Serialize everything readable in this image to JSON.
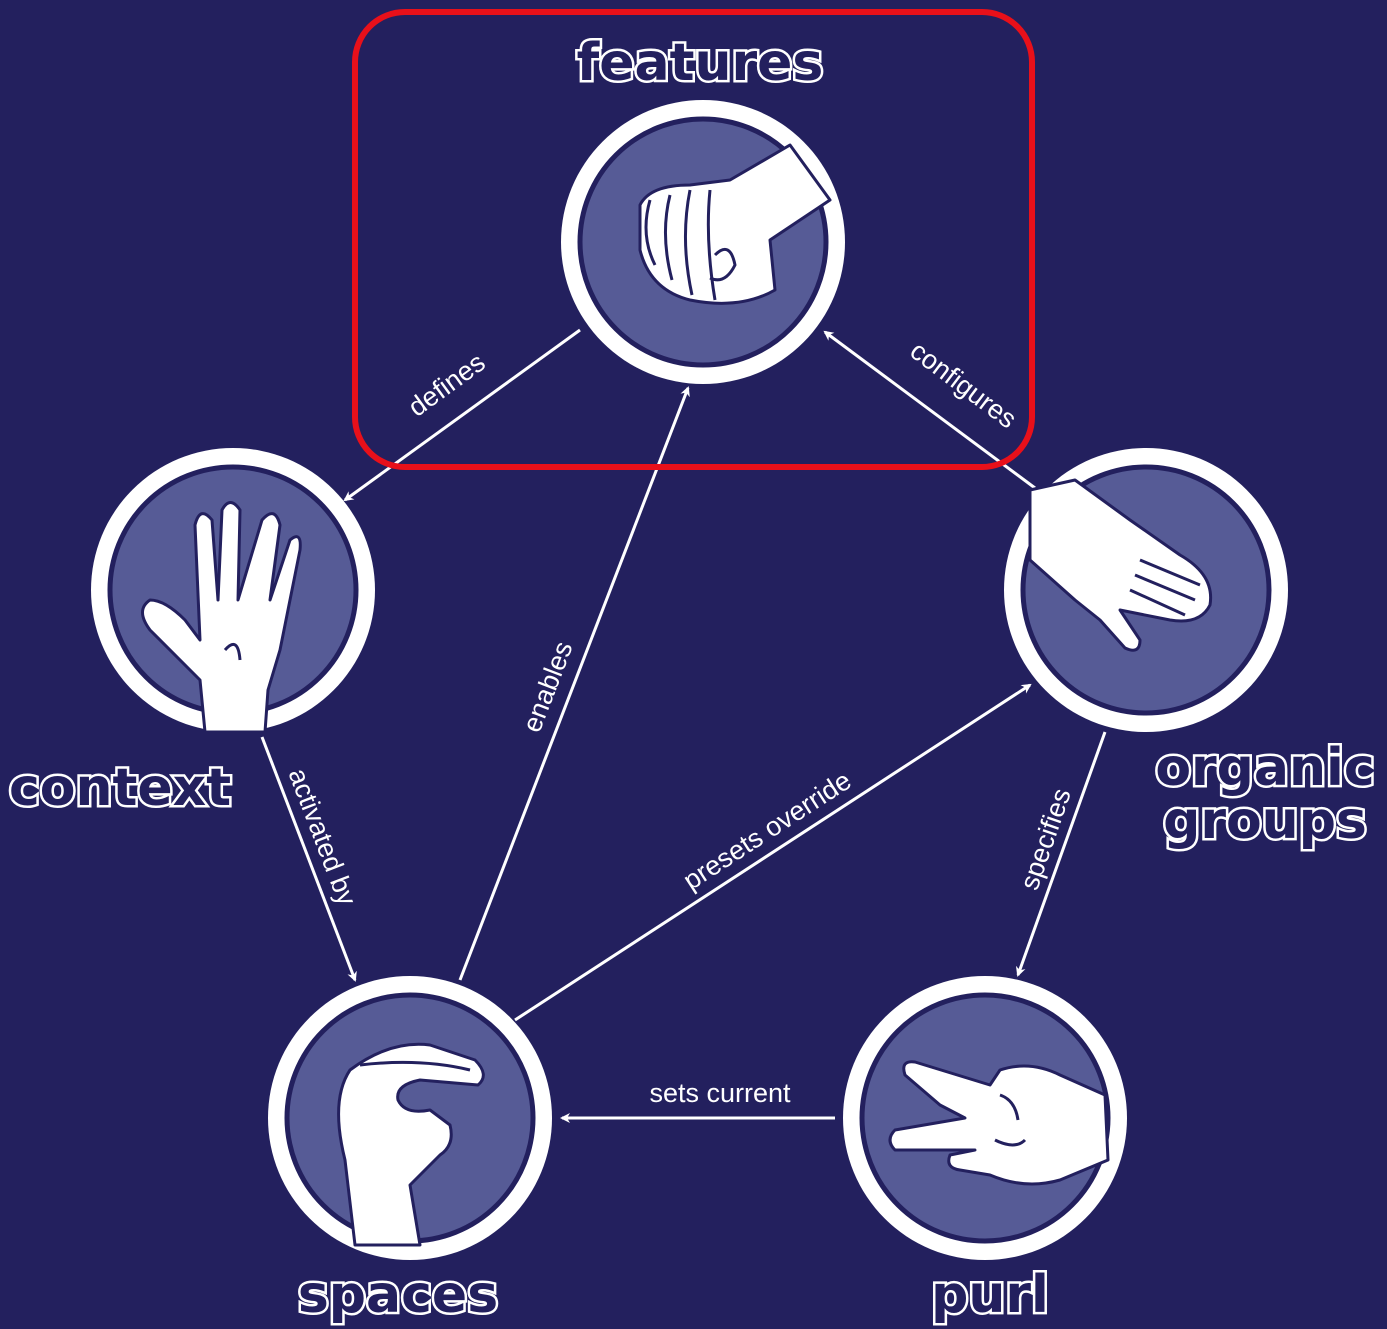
{
  "colors": {
    "background": "#23205e",
    "circle_fill": "#565b96",
    "circle_ring": "#ffffff",
    "arrow": "#ffffff",
    "highlight": "#e8101a"
  },
  "nodes": {
    "features": {
      "title": "features",
      "icon": "fist-hand-icon"
    },
    "context": {
      "title": "context",
      "icon": "vulcan-salute-hand-icon"
    },
    "organic_groups": {
      "title_line1": "organic",
      "title_line2": "groups",
      "icon": "flat-paper-hand-icon"
    },
    "spaces": {
      "title": "spaces",
      "icon": "pinch-hand-icon"
    },
    "purl": {
      "title": "purl",
      "icon": "scissors-hand-icon"
    }
  },
  "edges": {
    "defines": "defines",
    "configures": "configures",
    "enables": "enables",
    "activated_by": "activated by",
    "presets_override": "presets override",
    "specifies": "specifies",
    "sets_current": "sets current"
  }
}
